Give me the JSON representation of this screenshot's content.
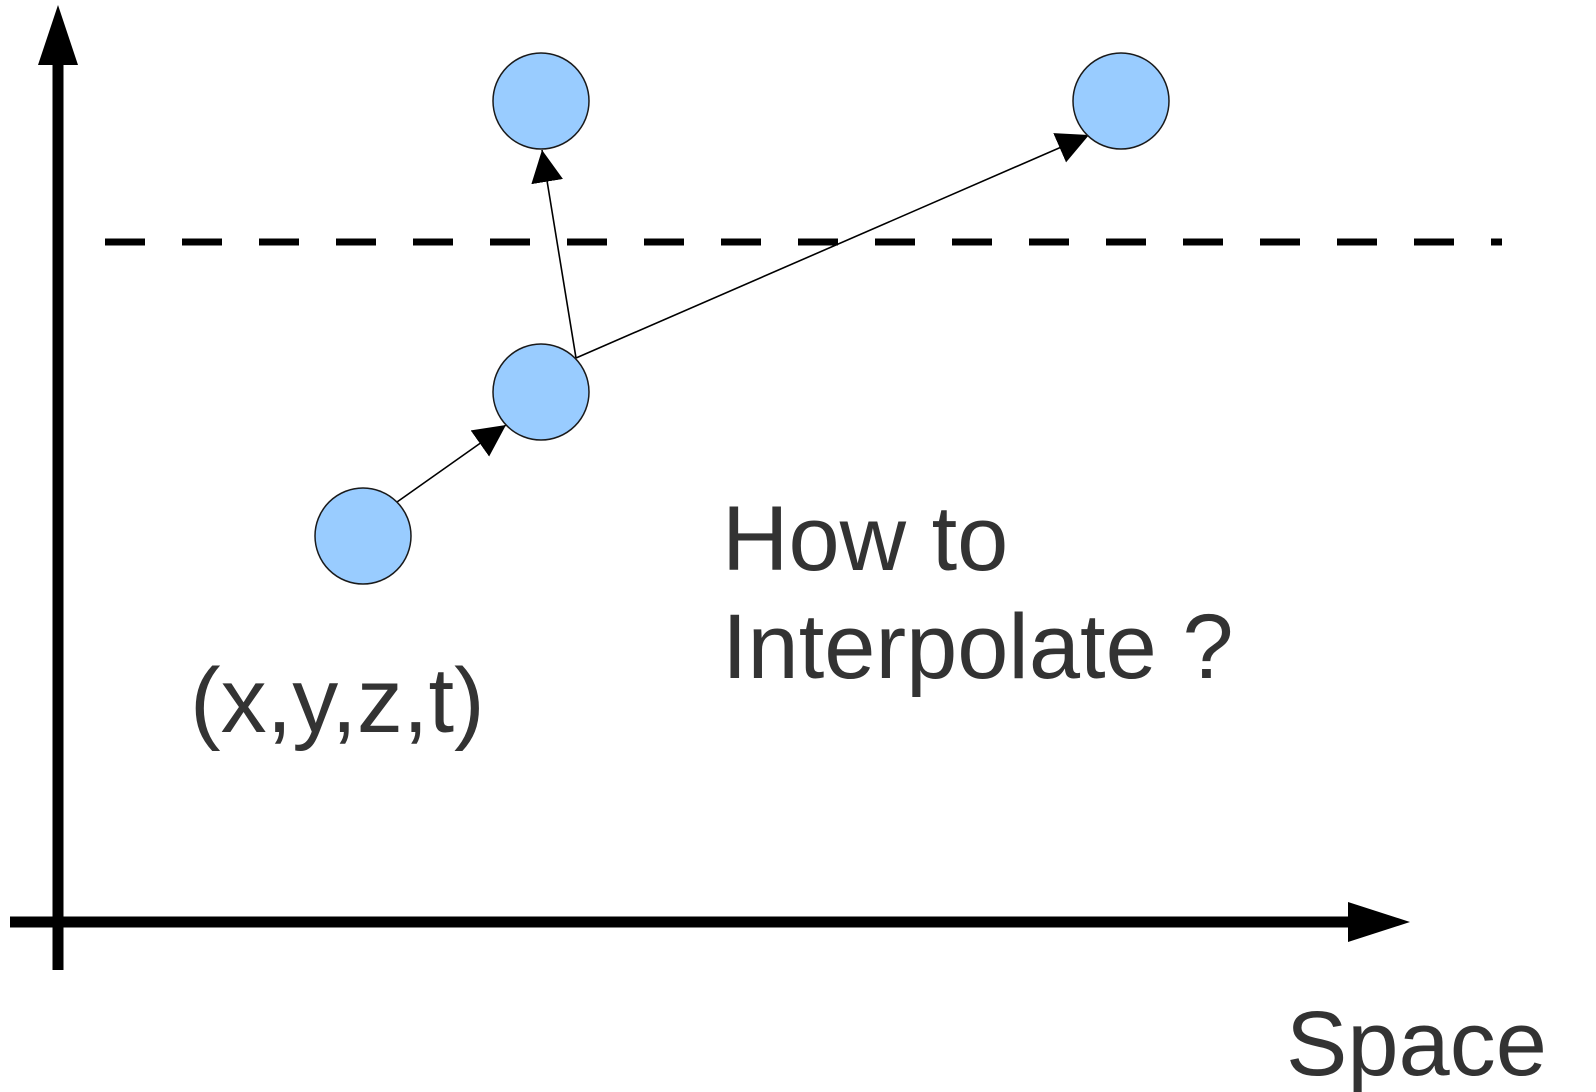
{
  "diagram": {
    "x_axis_label": "Space",
    "point_label": "(x,y,z,t)",
    "question_line1": "How to",
    "question_line2": "Interpolate ?"
  },
  "colors": {
    "node_fill": "#99ccff",
    "node_stroke": "#1a1a1a",
    "axis": "#000000",
    "text": "#333333"
  },
  "icons": {
    "axis_arrowhead": "triangle-arrowhead",
    "edge_arrowhead": "triangle-arrowhead"
  }
}
